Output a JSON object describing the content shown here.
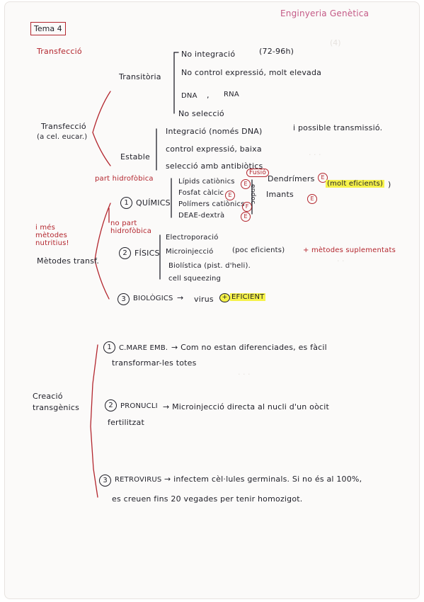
{
  "header": {
    "title": "Enginyeria Genètica",
    "tema": "Tema 4",
    "section": "Transfecció"
  },
  "transfeccio": {
    "label": "Transfecció",
    "label_sub": "(a cel. eucar.)",
    "transitoria": {
      "label": "Transitòria",
      "items": [
        "No integració",
        "(72-96h)",
        "No control expressió, molt elevada",
        "DNA",
        "RNA",
        "No selecció"
      ]
    },
    "estable": {
      "label": "Estable",
      "items": [
        "Integració (només DNA)",
        "i possible transmissió.",
        "control expressió, baixa",
        "selecció amb antibiòtics"
      ]
    }
  },
  "metodes": {
    "label": "Mètodes transf.",
    "note_left": "i més mètodes nutritius!",
    "note_hidrofobics": "part hidrofòbica",
    "note_no_part": "no part hidrofòbica",
    "quimics": {
      "num": "1",
      "label": "QUÍMICS",
      "items": [
        "Lípids catiònics",
        "Fosfat càlcic",
        "Polímers catiònics",
        "DEAE-dextrà"
      ],
      "badges": [
        "E",
        "E",
        "F",
        "E"
      ],
      "note_fusio": "Fusió",
      "note_vert": "endoc.",
      "right_items": [
        "Dendrímers",
        "Imants"
      ],
      "right_badges": [
        "E",
        "E"
      ],
      "highlight": "(molt eficients)",
      "close_paren": ")"
    },
    "fisics": {
      "num": "2",
      "label": "FÍSICS",
      "items": [
        "Electroporació",
        "Microinjecció",
        "Biolística (pist. d'heli).",
        "cell squeezing"
      ],
      "note": "(poc eficients)",
      "note_red": "+ mètodes suplementats"
    },
    "biologics": {
      "num": "3",
      "label": "BIOLÒGICS",
      "arrow": "→",
      "value": "virus",
      "badge": "+",
      "highlight": "EFICIENT"
    }
  },
  "creacio": {
    "label": "Creació transgènics",
    "items": [
      {
        "num": "1",
        "title": "C.MARE EMB.",
        "text": "→ Com no estan diferenciades, es fàcil",
        "text2": "transformar-les totes"
      },
      {
        "num": "2",
        "title": "PRONUCLI",
        "text": "→ Microinjecció directa al nucli d'un oòcit",
        "text2": "fertilitzat"
      },
      {
        "num": "3",
        "title": "RETROVIRUS",
        "text": "→ infectem cèl·lules germinals. Si no és al 100%,",
        "text2": "es creuen fins 20 vegades per tenir homozigot."
      }
    ]
  }
}
